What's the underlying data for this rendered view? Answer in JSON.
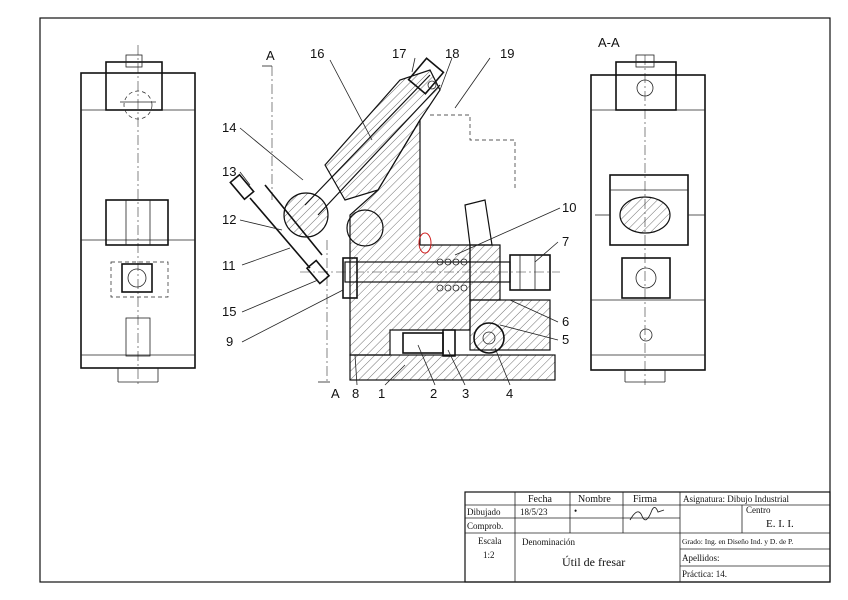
{
  "section_label": "A-A",
  "cut_labels": {
    "top": "A",
    "bottom": "A"
  },
  "part_numbers": {
    "p1": "1",
    "p2": "2",
    "p3": "3",
    "p4": "4",
    "p5": "5",
    "p6": "6",
    "p7": "7",
    "p8": "8",
    "p9": "9",
    "p10": "10",
    "p11": "11",
    "p12": "12",
    "p13": "13",
    "p14": "14",
    "p15": "15",
    "p16": "16",
    "p17": "17",
    "p18": "18",
    "p19": "19"
  },
  "title_block": {
    "fecha_label": "Fecha",
    "nombre_label": "Nombre",
    "firma_label": "Firma",
    "asignatura": "Asignatura: Dibujo Industrial",
    "dibujado_label": "Dibujado",
    "dibujado_fecha": "18/5/23",
    "dibujado_nombre": "•",
    "comprob_label": "Comprob.",
    "centro_label": "Centro",
    "centro_value": "E. I. I.",
    "escala_label": "Escala",
    "escala_value": "1:2",
    "denominacion_label": "Denominación",
    "denominacion_value": "Útil de fresar",
    "grado": "Grado: Ing. en Diseño Ind. y D. de P.",
    "apellidos": "Apellidos:",
    "practica": "Práctica: 14."
  },
  "colors": {
    "ink": "#111111",
    "highlight": "#d02020",
    "paper": "#ffffff"
  }
}
